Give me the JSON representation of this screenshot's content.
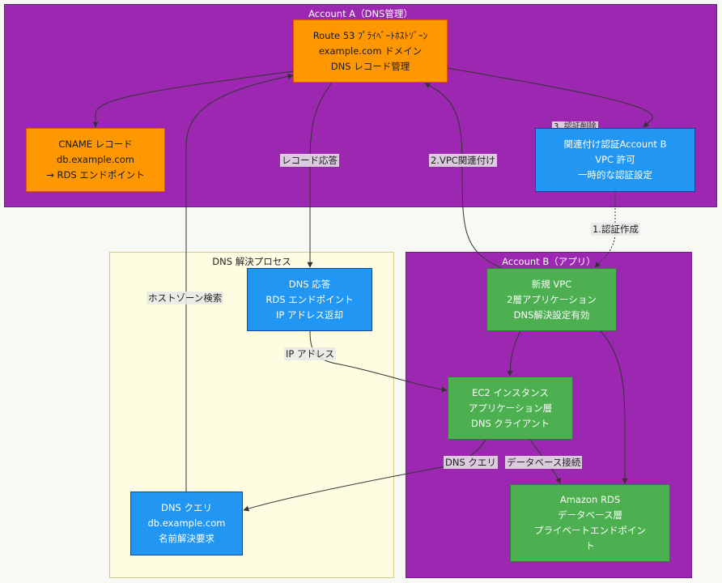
{
  "clusters": {
    "account_a": "Account A（DNS管理）",
    "dns_process": "DNS 解決プロセス",
    "account_b": "Account B（アプリ）"
  },
  "nodes": {
    "route53": [
      "Route 53 ﾌﾟﾗｲﾍﾞｰﾄﾎｽﾄｿﾞｰﾝ",
      "example.com ドメイン",
      "DNS レコード管理"
    ],
    "cname": [
      "CNAME レコード",
      "db.example.com",
      "→ RDS エンドポイント"
    ],
    "auth": [
      "関連付け認証Account B",
      "VPC 許可",
      "一時的な認証設定"
    ],
    "dns_response": [
      "DNS 応答",
      "RDS エンドポイント",
      "IP アドレス返却"
    ],
    "vpc": [
      "新規 VPC",
      "2層アプリケーション",
      "DNS解決設定有効"
    ],
    "ec2": [
      "EC2 インスタンス",
      "アプリケーション層",
      "DNS クライアント"
    ],
    "dns_query": [
      "DNS クエリ",
      "db.example.com",
      "名前解決要求"
    ],
    "rds": [
      "Amazon RDS",
      "データベース層",
      "プライベートエンドポイン",
      "ト"
    ]
  },
  "edge_labels": {
    "record_response": "レコード応答",
    "vpc_associate": "2.VPC関連付け",
    "auth_delete": "3. 認証削除",
    "auth_create": "1.認証作成",
    "hosted_zone_search": "ホストゾーン検索",
    "ip_address": "IP アドレス",
    "dns_query": "DNS クエリ",
    "db_connect": "データベース接続"
  },
  "colors": {
    "account": "#9c27b0",
    "dns_process": "#fffde1",
    "orange": "#ff9800",
    "blue": "#2196f3",
    "green": "#4caf50"
  }
}
